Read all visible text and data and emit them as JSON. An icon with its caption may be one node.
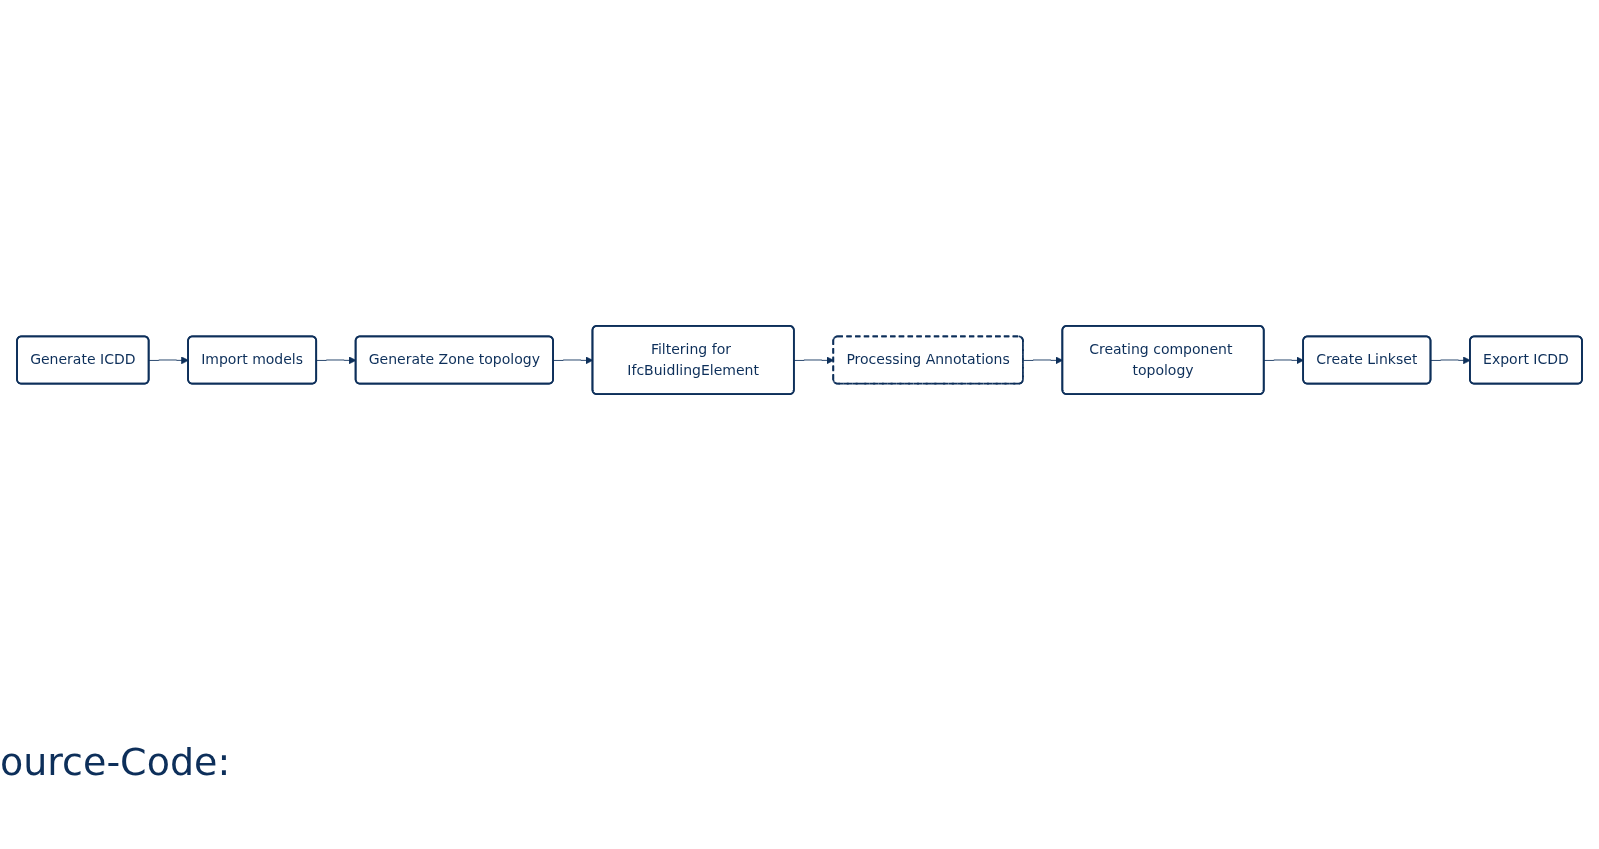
{
  "diagram": {
    "nodes": [
      {
        "text": [
          "Generate ICDD"
        ]
      },
      {
        "text": [
          "Import models"
        ]
      },
      {
        "text": [
          "Generate Zone topology"
        ]
      },
      {
        "text": [
          "Filtering for IfcBuidlingElement"
        ]
      },
      {
        "text": [
          "Processing Annotations"
        ]
      },
      {
        "text": [
          "Creating component topology"
        ]
      },
      {
        "text": [
          "Create Linkset"
        ]
      },
      {
        "text": [
          "Export ICDD"
        ]
      }
    ],
    "edges": [
      {
        "from": 0,
        "to": 1,
        "arrow": "to"
      },
      {
        "from": 1,
        "to": 2,
        "arrow": "to"
      },
      {
        "from": 2,
        "to": 3,
        "arrow": "to"
      },
      {
        "from": 3,
        "to": 4,
        "arrow": "to"
      },
      {
        "from": 4,
        "to": 5,
        "arrow": "to"
      },
      {
        "from": 5,
        "to": 6,
        "arrow": "to"
      },
      {
        "from": 6,
        "to": 7,
        "arrow": "to"
      }
    ],
    "labels": [
      "ource-Code:"
    ]
  }
}
